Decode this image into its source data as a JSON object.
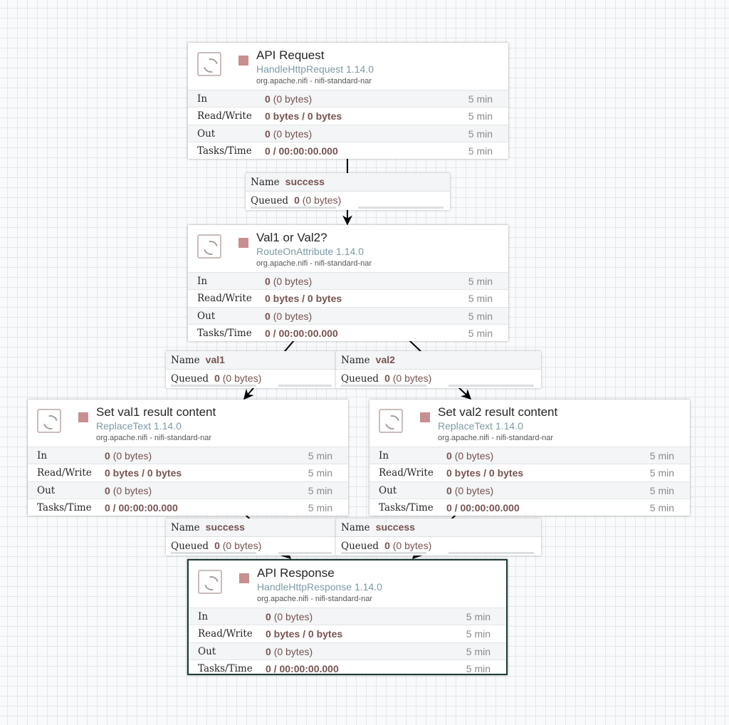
{
  "processors": [
    {
      "id": "p1",
      "name": "API Request",
      "type": "HandleHttpRequest 1.14.0",
      "bundle": "org.apache.nifi - nifi-standard-nar",
      "selected": false,
      "stats": {
        "in": {
          "label": "In",
          "count": "0",
          "size": "(0 bytes)",
          "window": "5 min"
        },
        "rw": {
          "label": "Read/Write",
          "value": "0 bytes / 0 bytes",
          "window": "5 min"
        },
        "out": {
          "label": "Out",
          "count": "0",
          "size": "(0 bytes)",
          "window": "5 min"
        },
        "tasks": {
          "label": "Tasks/Time",
          "value": "0 / 00:00:00.000",
          "window": "5 min"
        }
      }
    },
    {
      "id": "p2",
      "name": "Val1 or Val2?",
      "type": "RouteOnAttribute 1.14.0",
      "bundle": "org.apache.nifi - nifi-standard-nar",
      "selected": false,
      "stats": {
        "in": {
          "label": "In",
          "count": "0",
          "size": "(0 bytes)",
          "window": "5 min"
        },
        "rw": {
          "label": "Read/Write",
          "value": "0 bytes / 0 bytes",
          "window": "5 min"
        },
        "out": {
          "label": "Out",
          "count": "0",
          "size": "(0 bytes)",
          "window": "5 min"
        },
        "tasks": {
          "label": "Tasks/Time",
          "value": "0 / 00:00:00.000",
          "window": "5 min"
        }
      }
    },
    {
      "id": "p3",
      "name": "Set val1 result content",
      "type": "ReplaceText 1.14.0",
      "bundle": "org.apache.nifi - nifi-standard-nar",
      "selected": false,
      "stats": {
        "in": {
          "label": "In",
          "count": "0",
          "size": "(0 bytes)",
          "window": "5 min"
        },
        "rw": {
          "label": "Read/Write",
          "value": "0 bytes / 0 bytes",
          "window": "5 min"
        },
        "out": {
          "label": "Out",
          "count": "0",
          "size": "(0 bytes)",
          "window": "5 min"
        },
        "tasks": {
          "label": "Tasks/Time",
          "value": "0 / 00:00:00.000",
          "window": "5 min"
        }
      }
    },
    {
      "id": "p4",
      "name": "Set val2 result content",
      "type": "ReplaceText 1.14.0",
      "bundle": "org.apache.nifi - nifi-standard-nar",
      "selected": false,
      "stats": {
        "in": {
          "label": "In",
          "count": "0",
          "size": "(0 bytes)",
          "window": "5 min"
        },
        "rw": {
          "label": "Read/Write",
          "value": "0 bytes / 0 bytes",
          "window": "5 min"
        },
        "out": {
          "label": "Out",
          "count": "0",
          "size": "(0 bytes)",
          "window": "5 min"
        },
        "tasks": {
          "label": "Tasks/Time",
          "value": "0 / 00:00:00.000",
          "window": "5 min"
        }
      }
    },
    {
      "id": "p5",
      "name": "API Response",
      "type": "HandleHttpResponse 1.14.0",
      "bundle": "org.apache.nifi - nifi-standard-nar",
      "selected": true,
      "stats": {
        "in": {
          "label": "In",
          "count": "0",
          "size": "(0 bytes)",
          "window": "5 min"
        },
        "rw": {
          "label": "Read/Write",
          "value": "0 bytes / 0 bytes",
          "window": "5 min"
        },
        "out": {
          "label": "Out",
          "count": "0",
          "size": "(0 bytes)",
          "window": "5 min"
        },
        "tasks": {
          "label": "Tasks/Time",
          "value": "0 / 00:00:00.000",
          "window": "5 min"
        }
      }
    }
  ],
  "connections": [
    {
      "id": "c1",
      "name_label": "Name",
      "name": "success",
      "queued_label": "Queued",
      "count": "0",
      "size": "(0 bytes)"
    },
    {
      "id": "c2",
      "name_label": "Name",
      "name": "val1",
      "queued_label": "Queued",
      "count": "0",
      "size": "(0 bytes)"
    },
    {
      "id": "c3",
      "name_label": "Name",
      "name": "val2",
      "queued_label": "Queued",
      "count": "0",
      "size": "(0 bytes)"
    },
    {
      "id": "c4",
      "name_label": "Name",
      "name": "success",
      "queued_label": "Queued",
      "count": "0",
      "size": "(0 bytes)"
    },
    {
      "id": "c5",
      "name_label": "Name",
      "name": "success",
      "queued_label": "Queued",
      "count": "0",
      "size": "(0 bytes)"
    }
  ],
  "colors": {
    "stopped": "#c78f8f",
    "value": "#775351",
    "type": "#7d9aa6",
    "selected_border": "#1d3b36"
  }
}
